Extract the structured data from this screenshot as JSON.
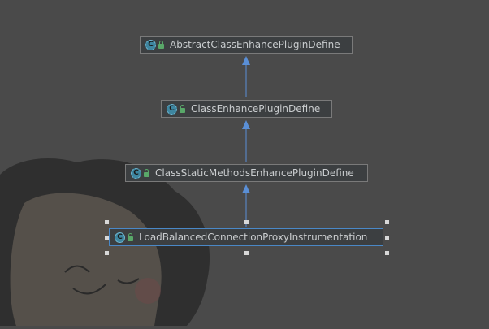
{
  "diagram": {
    "nodes": [
      {
        "id": "abstract",
        "label": "AbstractClassEnhancePluginDefine",
        "icon": "abstract-class-icon"
      },
      {
        "id": "enhance",
        "label": "ClassEnhancePluginDefine",
        "icon": "abstract-class-icon"
      },
      {
        "id": "static",
        "label": "ClassStaticMethodsEnhancePluginDefine",
        "icon": "abstract-class-icon"
      },
      {
        "id": "proxy",
        "label": "LoadBalancedConnectionProxyInstrumentation",
        "icon": "class-icon"
      }
    ],
    "edges": [
      {
        "from": "enhance",
        "to": "abstract",
        "type": "extends"
      },
      {
        "from": "static",
        "to": "enhance",
        "type": "extends"
      },
      {
        "from": "proxy",
        "to": "static",
        "type": "extends"
      }
    ],
    "selected_node": "proxy",
    "colors": {
      "background": "#4a4a4a",
      "node_fill": "#3c3f41",
      "edge": "#5a8fd6",
      "selection": "#4a88c7"
    }
  }
}
